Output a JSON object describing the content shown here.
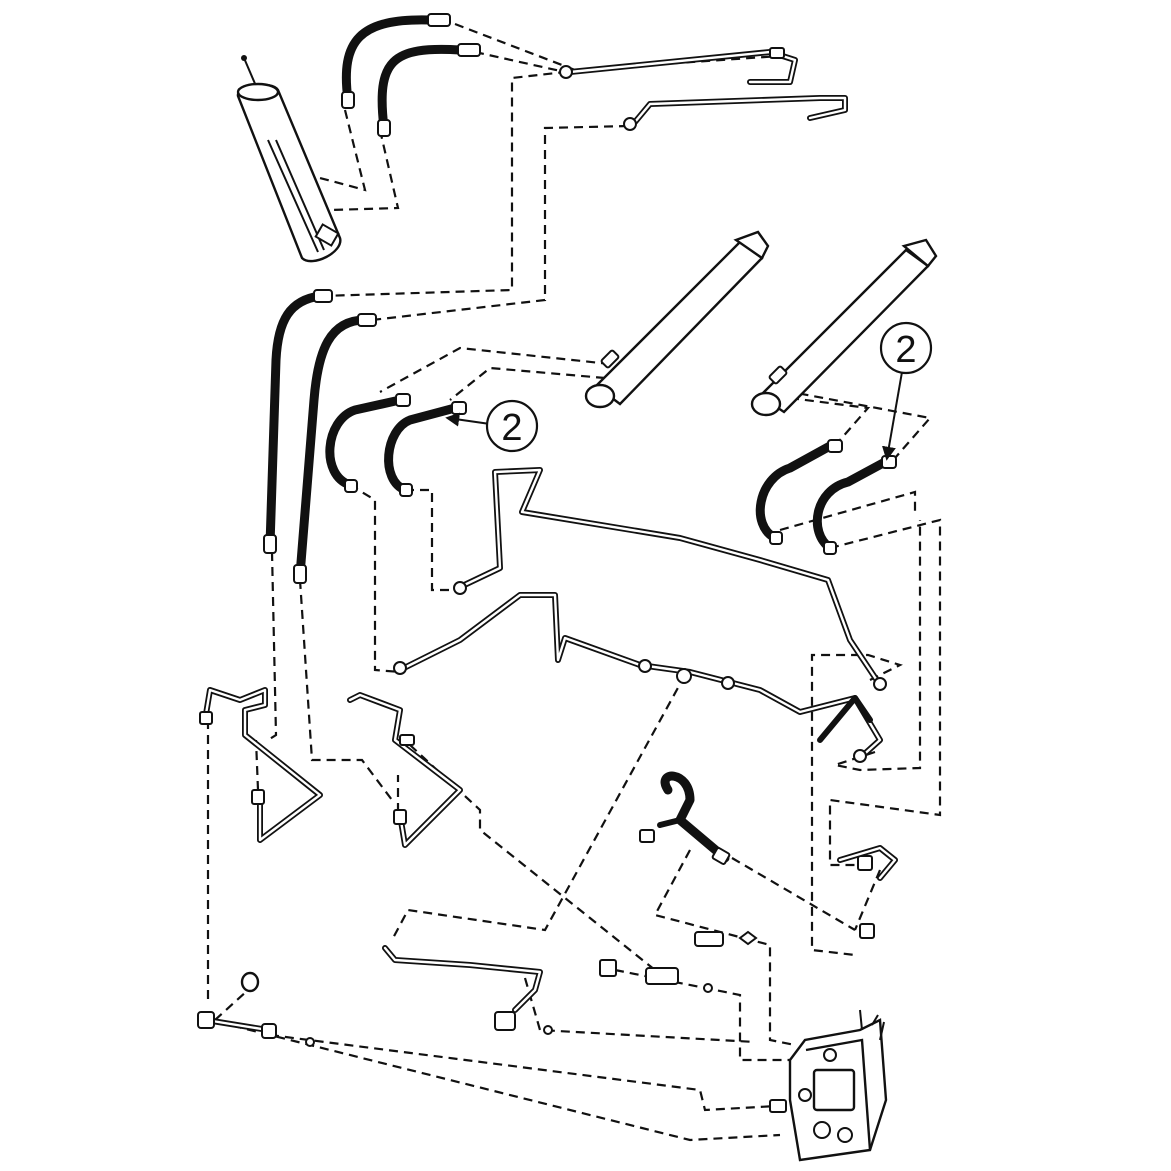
{
  "callouts": [
    {
      "id": "left",
      "label": "2"
    },
    {
      "id": "right",
      "label": "2"
    }
  ],
  "colors": {
    "line": "#111111",
    "background": "#ffffff"
  }
}
